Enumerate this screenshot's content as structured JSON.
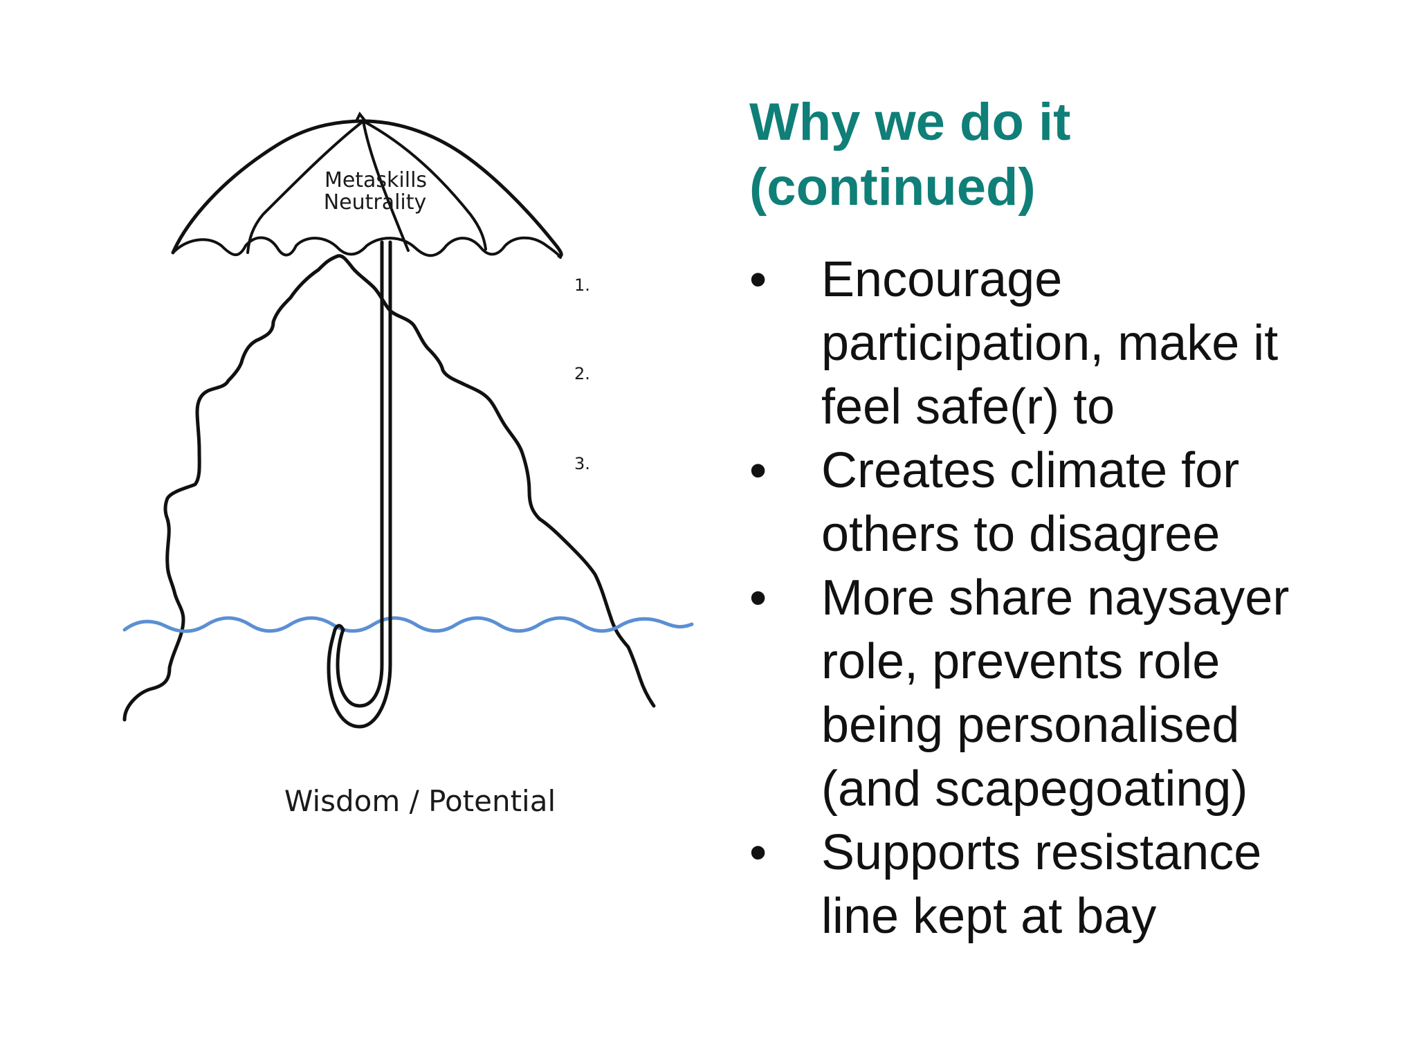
{
  "slide": {
    "title_lines": [
      "Why we do it",
      "(continued)"
    ],
    "bullet_symbol": "•",
    "bullets": [
      {
        "lines": [
          "Encourage",
          "participation, make it",
          "feel safe(r) to"
        ]
      },
      {
        "lines": [
          "Creates climate for",
          "others to disagree"
        ]
      },
      {
        "lines": [
          "More share naysayer",
          "role, prevents role",
          "being personalised",
          "(and scapegoating)"
        ]
      },
      {
        "lines": [
          "Supports resistance",
          "line kept at bay"
        ]
      }
    ]
  },
  "illustration": {
    "umbrella_label_lines": [
      "Metaskills",
      "Neutrality"
    ],
    "levels": [
      "1.",
      "2.",
      "3."
    ],
    "caption": "Wisdom / Potential",
    "water_color": "#5b8fd4",
    "line_color": "#111111",
    "title_color": "#0f7f78"
  }
}
